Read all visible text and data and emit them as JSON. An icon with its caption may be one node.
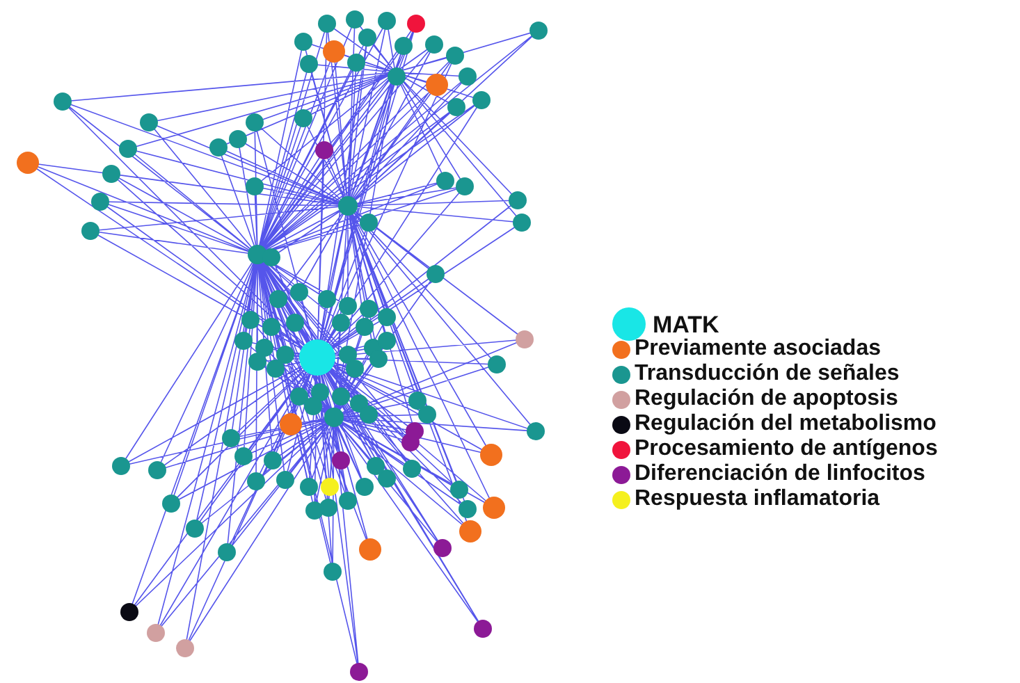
{
  "diagram": {
    "legend": [
      {
        "text": "MATK",
        "color": "#19e6e6"
      },
      {
        "text": "Previamente asociadas",
        "color": "#f2701e"
      },
      {
        "text": "Transducción de señales",
        "color": "#1a9690"
      },
      {
        "text": "Regulación de apoptosis",
        "color": "#d1a0a0"
      },
      {
        "text": "Regulación del metabolismo",
        "color": "#0a0a14"
      },
      {
        "text": "Procesamiento de antígenos",
        "color": "#f0143c"
      },
      {
        "text": "Diferenciación de linfocitos",
        "color": "#8c1a96"
      },
      {
        "text": "Respuesta inflamatoria",
        "color": "#f5f01e"
      }
    ]
  }
}
